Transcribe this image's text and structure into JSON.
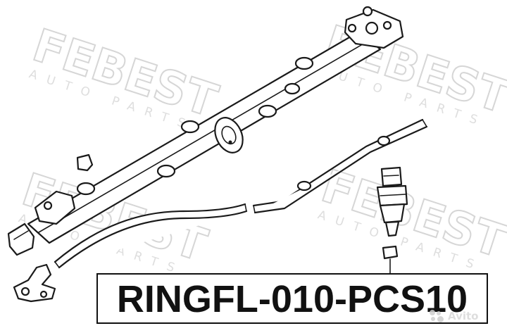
{
  "watermark": {
    "brand": "FEBEST",
    "tagline": "AUTO PARTS",
    "color": "#d6d6d6"
  },
  "label": {
    "part_number": "RINGFL-010-PCS10"
  },
  "badge": {
    "text": "Avito",
    "icon": "avito-logo-icon"
  }
}
